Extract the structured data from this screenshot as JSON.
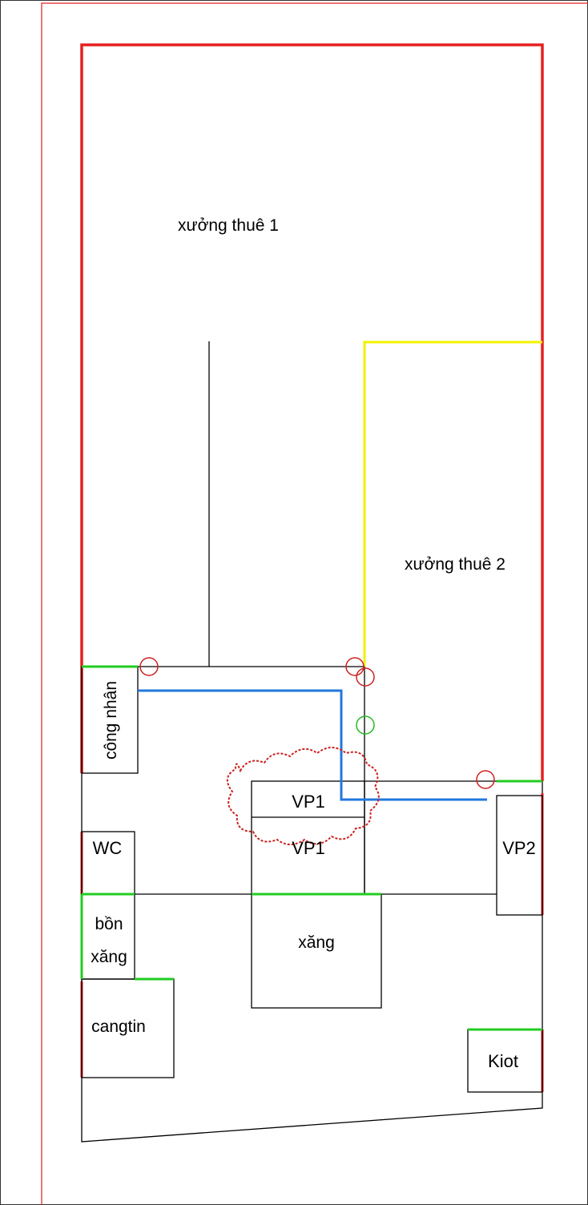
{
  "rooms": {
    "workshop_1": "xưởng thuê 1",
    "workshop_2": "xưởng thuê 2",
    "worker_room": "công nhân",
    "office_1_upper": "VP1",
    "office_1_lower": "VP1",
    "office_2": "VP2",
    "toilet": "WC",
    "fuel_tank_line1": "bồn",
    "fuel_tank_line2": "xăng",
    "gas_station": "xăng",
    "canteen": "cangtin",
    "kiosk": "Kiot"
  },
  "colors": {
    "outer_border": "#e02020",
    "wall_red": "#e62020",
    "wall_green": "#22cc22",
    "wall_yellow": "#f2f200",
    "blue_route": "#2277dd",
    "red_marker": "#cc2222",
    "green_marker": "#22bb22",
    "line_black": "#000000"
  },
  "icons": {
    "red_circle_markers": "circle-marker",
    "green_circle_marker": "circle-marker",
    "revision_cloud": "cloud-outline"
  }
}
